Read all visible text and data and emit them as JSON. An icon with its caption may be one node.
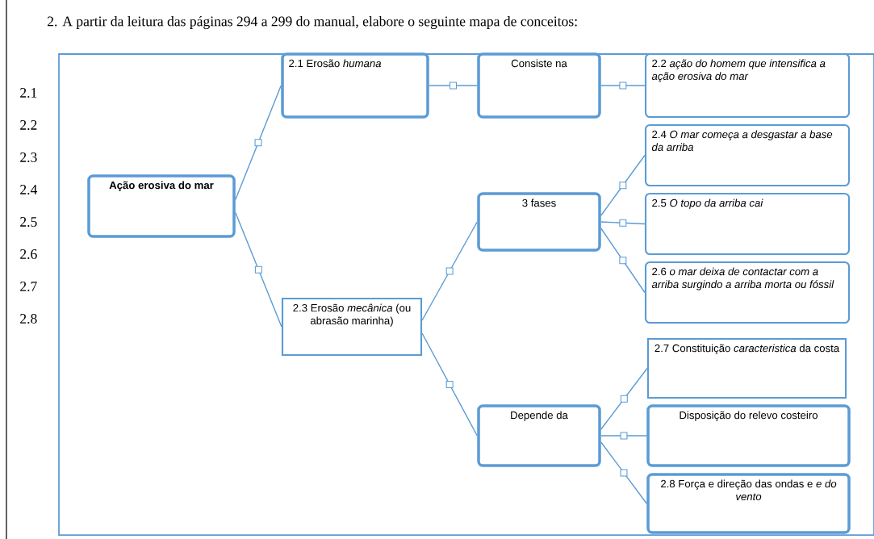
{
  "diagram": {
    "title": "2. A partir da leitura das páginas 294 a 299 do manual, elabore o seguinte mapa de conceitos:",
    "nodes": [
      {
        "text": [
          "Ação erosiva do mar"
        ]
      },
      {
        "text": [
          "2.1 Erosão *humana*"
        ]
      },
      {
        "text": [
          "Consiste na"
        ]
      },
      {
        "text": [
          "2.2 *ação do homem que intensifica a ação erosiva do mar*"
        ]
      },
      {
        "text": [
          "2.3 Erosão *mecânica* (ou abrasão marinha)"
        ]
      },
      {
        "text": [
          "3 fases"
        ]
      },
      {
        "text": [
          "2.4 *O mar começa a desgastar a base da arriba*"
        ]
      },
      {
        "text": [
          "2.5 *O topo da arriba cai*"
        ]
      },
      {
        "text": [
          "2.6 *o mar deixa de contactar com a arriba surgindo a arriba morta ou fóssil*"
        ]
      },
      {
        "text": [
          "Depende da"
        ]
      },
      {
        "text": [
          "2.7 Constituição *caracteristica* da costa"
        ]
      },
      {
        "text": [
          "Disposição do relevo costeiro"
        ]
      },
      {
        "text": [
          "2.8 Força e direção das ondas e *e do vento*"
        ]
      }
    ],
    "edges": [
      {
        "from": 0,
        "to": 1,
        "arrow": "none"
      },
      {
        "from": 0,
        "to": 4,
        "arrow": "none"
      },
      {
        "from": 1,
        "to": 2,
        "arrow": "none"
      },
      {
        "from": 2,
        "to": 3,
        "arrow": "none"
      },
      {
        "from": 4,
        "to": 5,
        "arrow": "none"
      },
      {
        "from": 4,
        "to": 9,
        "arrow": "none"
      },
      {
        "from": 5,
        "to": 6,
        "arrow": "none"
      },
      {
        "from": 5,
        "to": 7,
        "arrow": "none"
      },
      {
        "from": 5,
        "to": 8,
        "arrow": "none"
      },
      {
        "from": 9,
        "to": 10,
        "arrow": "none"
      },
      {
        "from": 9,
        "to": 11,
        "arrow": "none"
      },
      {
        "from": 9,
        "to": 12,
        "arrow": "none"
      }
    ],
    "labels": [
      "2.1",
      "2.2",
      "2.3",
      "2.4",
      "2.5",
      "2.6",
      "2.7",
      "2.8"
    ]
  }
}
